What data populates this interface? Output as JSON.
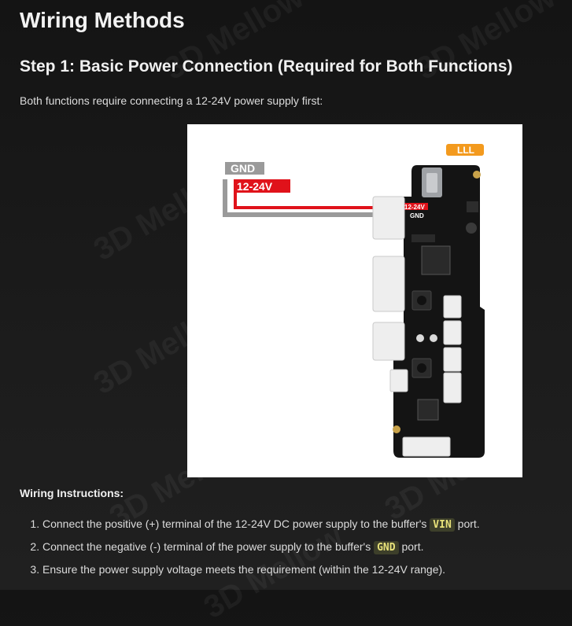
{
  "page": {
    "title": "Wiring Methods",
    "step_heading": "Step 1: Basic Power Connection (Required for Both Functions)",
    "intro": "Both functions require connecting a 12-24V power supply first:",
    "instructions_heading": "Wiring Instructions:"
  },
  "figure": {
    "brand_badge": "LLL",
    "gnd_label": "GND",
    "vplus_label": "12-24V",
    "board_vplus_label": "12-24V",
    "board_gnd_label": "GND",
    "colors": {
      "gnd_wire": "#9a9a9a",
      "vplus_wire": "#e0121a",
      "badge": "#f39a1e",
      "board": "#141414"
    }
  },
  "watermark": "3D Mellow",
  "instructions": [
    {
      "before": "Connect the positive (+) terminal of the 12-24V DC power supply to the buffer's ",
      "code": "VIN",
      "after": " port."
    },
    {
      "before": "Connect the negative (-) terminal of the power supply to the buffer's ",
      "code": "GND",
      "after": " port."
    },
    {
      "before": "Ensure the power supply voltage meets the requirement (within the 12-24V range).",
      "code": "",
      "after": ""
    }
  ]
}
